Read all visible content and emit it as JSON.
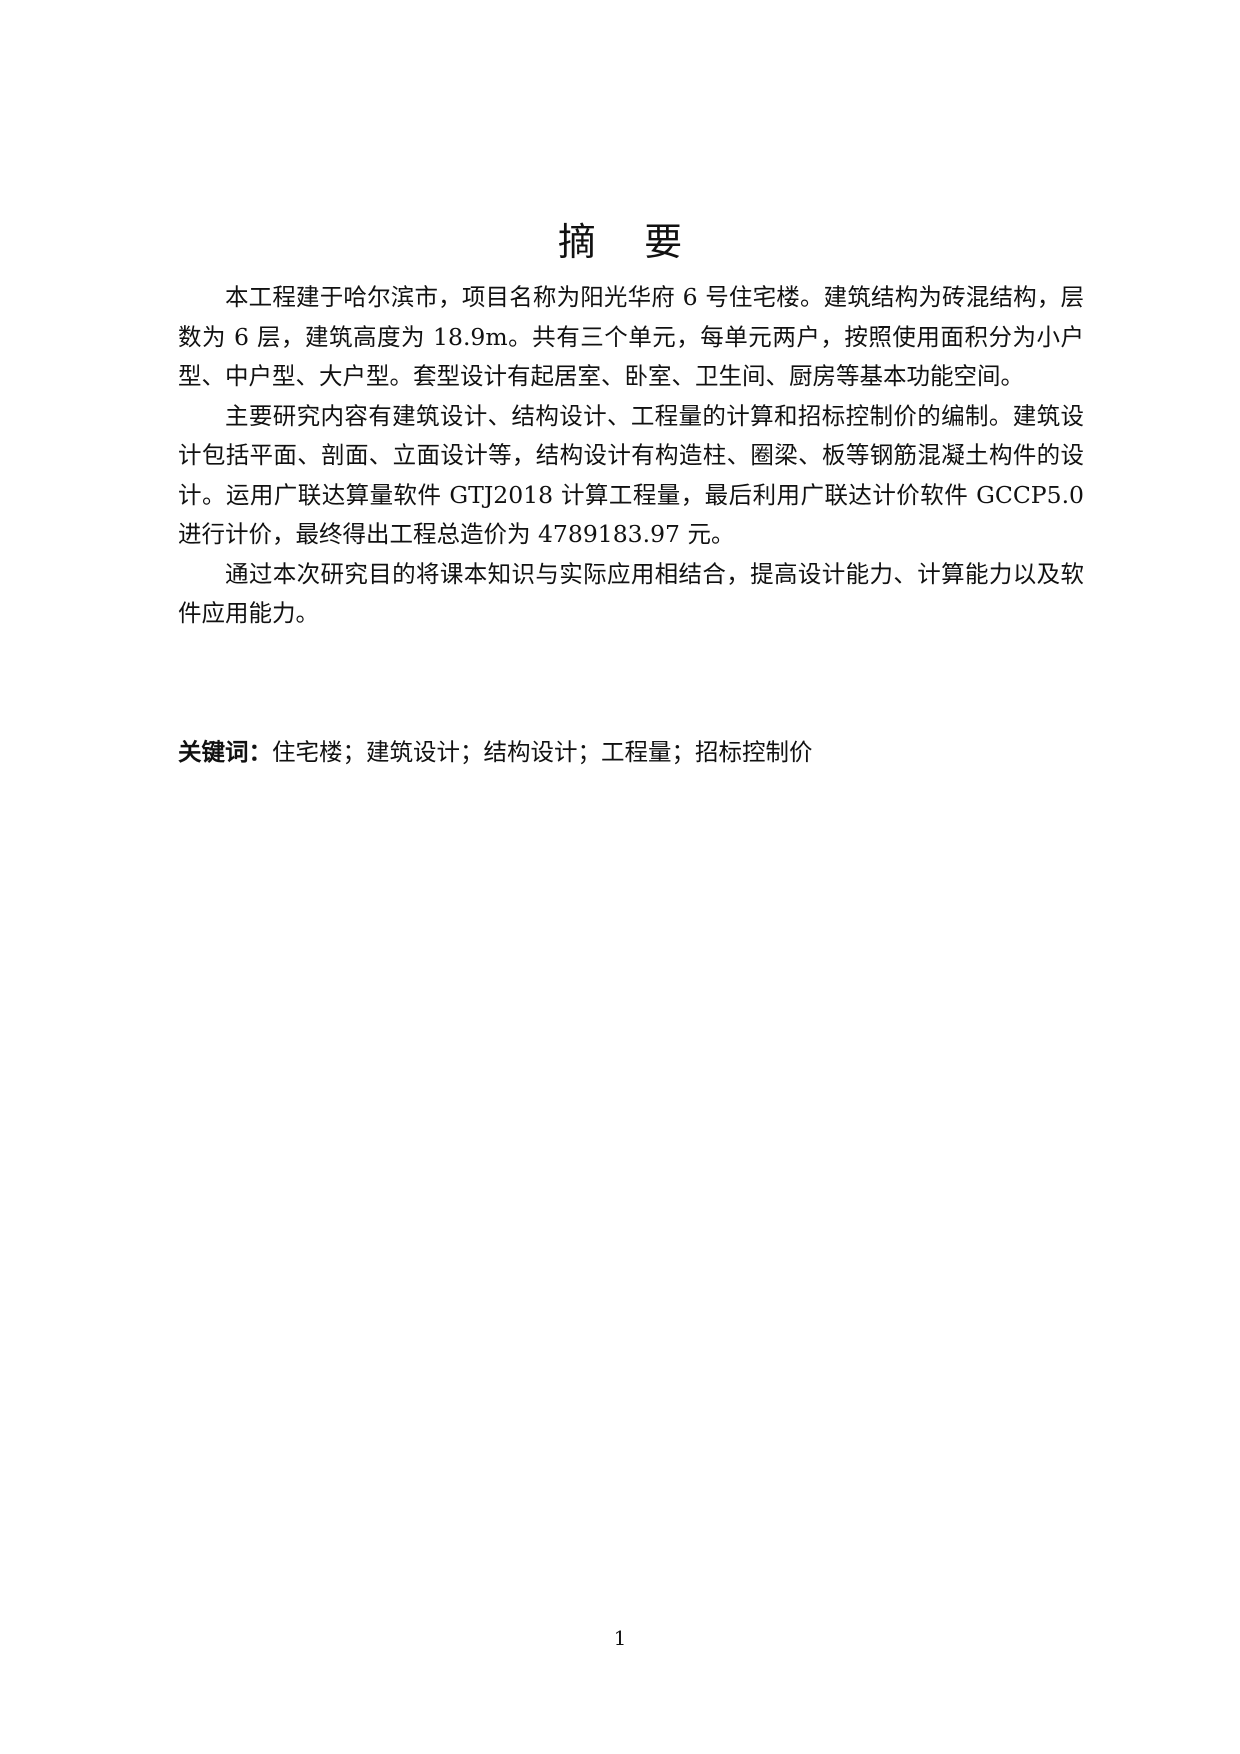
{
  "document": {
    "title": "摘    要",
    "paragraphs": [
      "本工程建于哈尔滨市，项目名称为阳光华府 6 号住宅楼。建筑结构为砖混结构，层数为 6 层，建筑高度为 18.9m。共有三个单元，每单元两户，按照使用面积分为小户型、中户型、大户型。套型设计有起居室、卧室、卫生间、厨房等基本功能空间。",
      "主要研究内容有建筑设计、结构设计、工程量的计算和招标控制价的编制。建筑设计包括平面、剖面、立面设计等，结构设计有构造柱、圈梁、板等钢筋混凝土构件的设计。运用广联达算量软件 GTJ2018 计算工程量，最后利用广联达计价软件 GCCP5.0 进行计价，最终得出工程总造价为 4789183.97 元。",
      "通过本次研究目的将课本知识与实际应用相结合，提高设计能力、计算能力以及软件应用能力。"
    ],
    "keywords_label": "关键词：",
    "keywords_text": "住宅楼；建筑设计；结构设计；工程量；招标控制价",
    "page_number": "1"
  }
}
